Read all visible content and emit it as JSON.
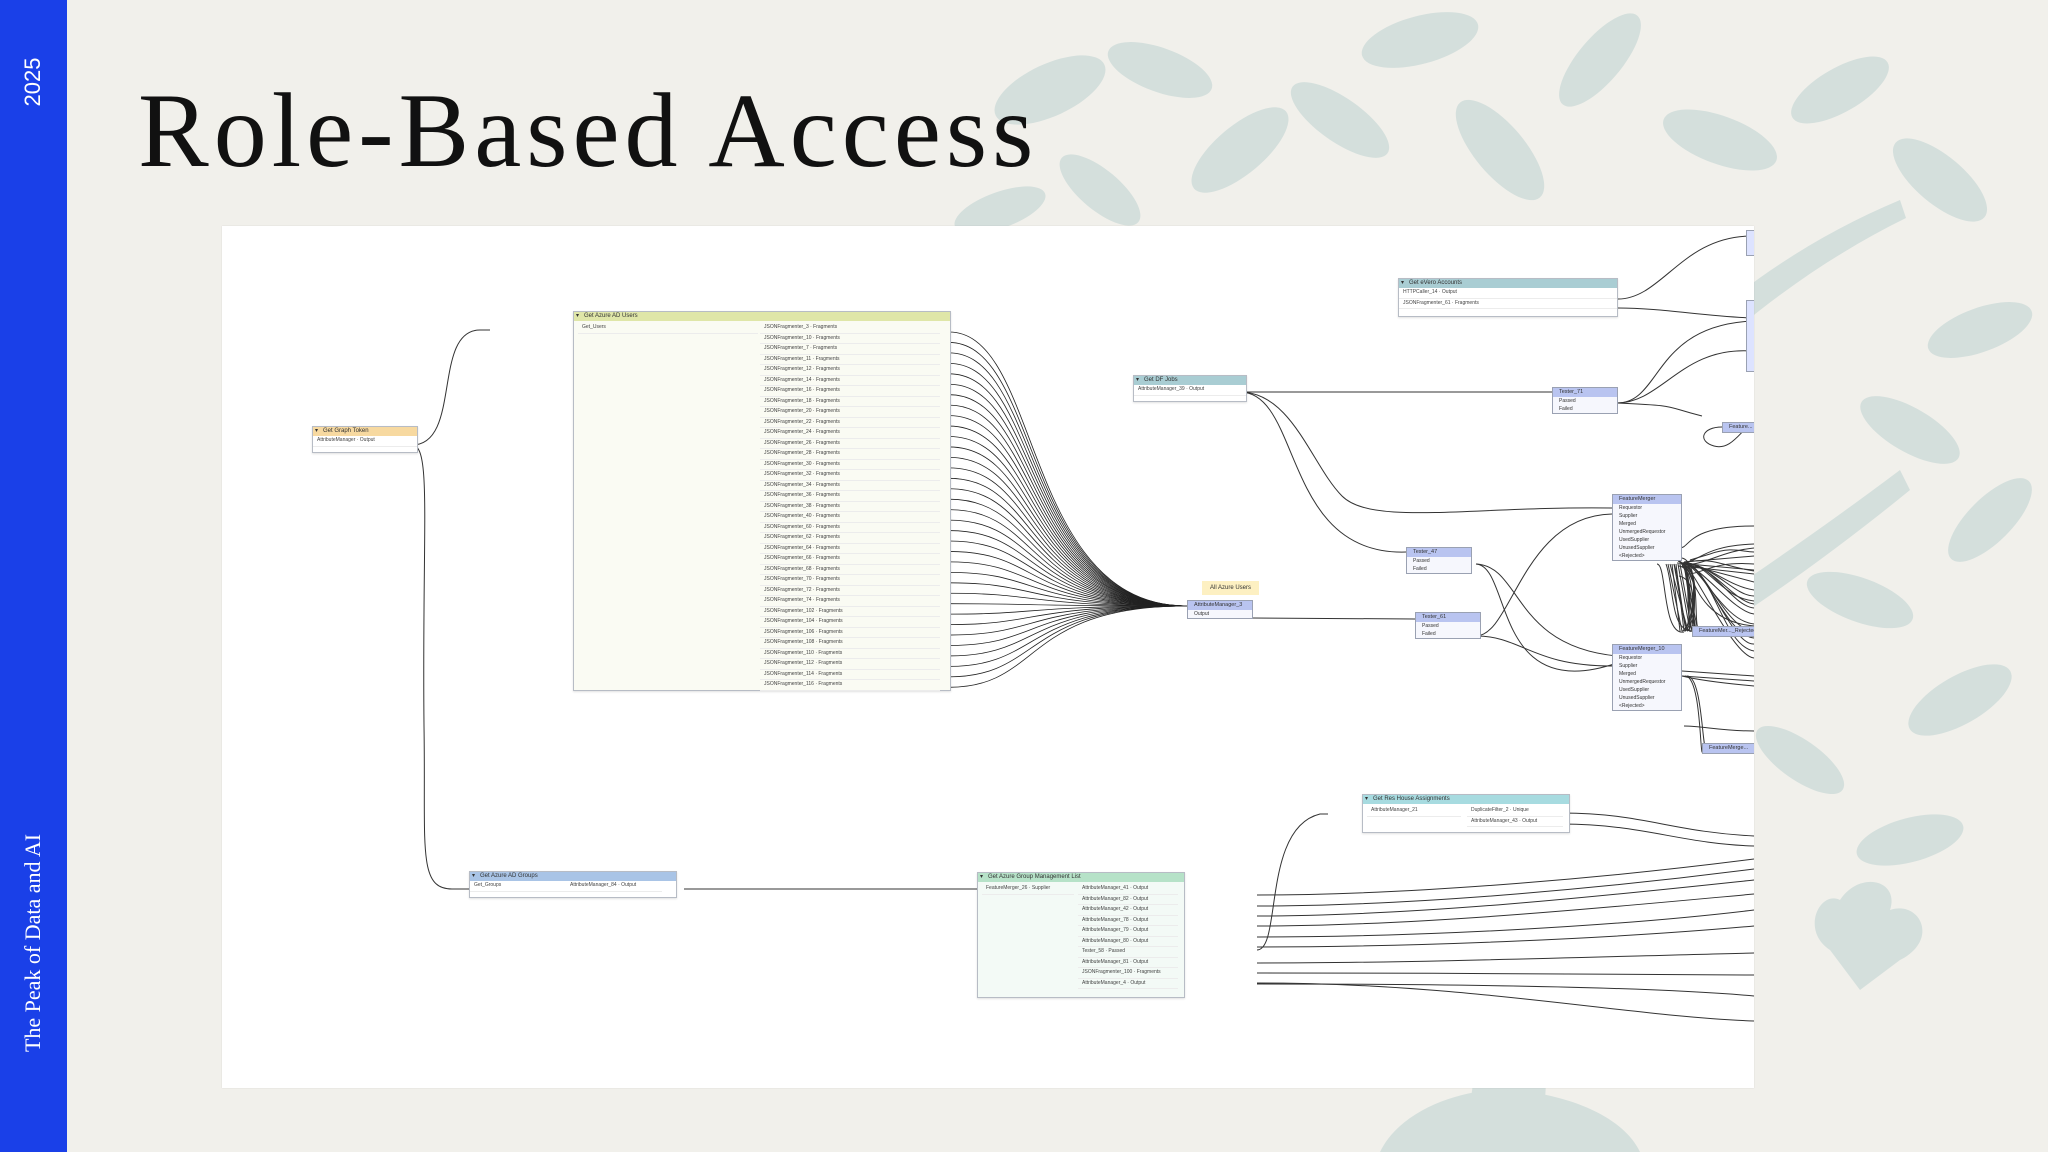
{
  "slide": {
    "year": "2025",
    "tagline": "The Peak of Data and AI",
    "title": "Role-Based Access"
  },
  "workspace": {
    "graph_token": {
      "title": "Get Graph Token",
      "output": "AttributeManager · Output"
    },
    "azure_ad_users": {
      "title": "Get Azure AD Users",
      "input": "Get_Users",
      "outputs": [
        "JSONFragmenter_3 · Fragments",
        "JSONFragmenter_10 · Fragments",
        "JSONFragmenter_7 · Fragments",
        "JSONFragmenter_11 · Fragments",
        "JSONFragmenter_12 · Fragments",
        "JSONFragmenter_14 · Fragments",
        "JSONFragmenter_16 · Fragments",
        "JSONFragmenter_18 · Fragments",
        "JSONFragmenter_20 · Fragments",
        "JSONFragmenter_22 · Fragments",
        "JSONFragmenter_24 · Fragments",
        "JSONFragmenter_26 · Fragments",
        "JSONFragmenter_28 · Fragments",
        "JSONFragmenter_30 · Fragments",
        "JSONFragmenter_32 · Fragments",
        "JSONFragmenter_34 · Fragments",
        "JSONFragmenter_36 · Fragments",
        "JSONFragmenter_38 · Fragments",
        "JSONFragmenter_40 · Fragments",
        "JSONFragmenter_60 · Fragments",
        "JSONFragmenter_62 · Fragments",
        "JSONFragmenter_64 · Fragments",
        "JSONFragmenter_66 · Fragments",
        "JSONFragmenter_68 · Fragments",
        "JSONFragmenter_70 · Fragments",
        "JSONFragmenter_72 · Fragments",
        "JSONFragmenter_74 · Fragments",
        "JSONFragmenter_102 · Fragments",
        "JSONFragmenter_104 · Fragments",
        "JSONFragmenter_106 · Fragments",
        "JSONFragmenter_108 · Fragments",
        "JSONFragmenter_110 · Fragments",
        "JSONFragmenter_112 · Fragments",
        "JSONFragmenter_114 · Fragments",
        "JSONFragmenter_116 · Fragments"
      ]
    },
    "all_azure_users": {
      "label": "All Azure Users",
      "transformer": "AttributeManager_3",
      "port": "Output"
    },
    "df_jobs": {
      "title": "Get DF Jobs",
      "output": "AttributeManager_39 · Output"
    },
    "xmo_accounts": {
      "title": "Get eVero Accounts",
      "rows": [
        "HTTPCaller_14 · Output",
        "JSONFragmenter_61 · Fragments"
      ]
    },
    "tester_71": {
      "name": "Tester_71",
      "ports": [
        "Passed",
        "Failed"
      ]
    },
    "tester_47": {
      "name": "Tester_47",
      "ports": [
        "Passed",
        "Failed"
      ]
    },
    "tester_61": {
      "name": "Tester_61",
      "ports": [
        "Passed",
        "Failed"
      ]
    },
    "feature_merger": {
      "name": "FeatureMerger",
      "ports": [
        "Requestor",
        "Supplier",
        "Merged",
        "UnmergedRequestor",
        "UsedSupplier",
        "UnusedSupplier",
        "<Rejected>"
      ]
    },
    "feature_merger_10": {
      "name": "FeatureMerger_10",
      "ports": [
        "Requestor",
        "Supplier",
        "Merged",
        "UnmergedRequestor",
        "UsedSupplier",
        "UnusedSupplier",
        "<Rejected>"
      ]
    },
    "fm_rejected_1": "FeatureMer..._Rejected",
    "fm_rejected_2": "FeatureMerge...",
    "fm_right_top": "Feature...",
    "azure_ad_groups": {
      "title": "Get Azure AD Groups",
      "input": "Get_Groups",
      "output": "AttributeManager_84 · Output"
    },
    "group_mgmt": {
      "title": "Get Azure Group Management List",
      "input": "FeatureMerger_26 · Supplier",
      "outputs": [
        "AttributeManager_41 · Output",
        "AttributeManager_82 · Output",
        "AttributeManager_42 · Output",
        "AttributeManager_78 · Output",
        "AttributeManager_79 · Output",
        "AttributeManager_80 · Output",
        "Tester_58 · Passed",
        "AttributeManager_81 · Output",
        "JSONFragmenter_100 · Fragments",
        "AttributeManager_4 · Output"
      ]
    },
    "res_house": {
      "title": "Get Res House Assignments",
      "input": "AttributeManager_21",
      "outputs": [
        "DuplicateFilter_2 · Unique",
        "AttributeManager_43 · Output"
      ]
    }
  },
  "colors": {
    "sidebar": "#1a40e8",
    "background": "#f1f0eb",
    "tree": "#c9d6d6",
    "bookmark_orange": "#f7d9a0",
    "bookmark_lime": "#dfe6a8",
    "bookmark_teal": "#a9cdd3",
    "bookmark_blue": "#a9c4e6",
    "bookmark_green": "#b6e2c8",
    "bookmark_cyan": "#a7dbe0"
  }
}
